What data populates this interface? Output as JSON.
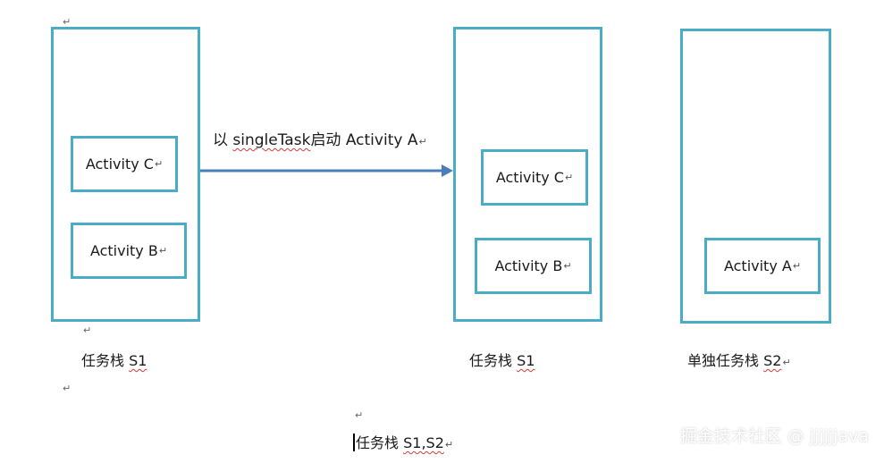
{
  "arrow_label": {
    "prefix": "以",
    "mode": "singleTask",
    "mid": "启动",
    "target": "Activity A"
  },
  "left_stack": {
    "activities": [
      "Activity C",
      "Activity B"
    ],
    "caption_name": "任务栈",
    "caption_id": "S1"
  },
  "middle_stack": {
    "activities": [
      "Activity C",
      "Activity B"
    ],
    "caption_name": "任务栈",
    "caption_id": "S1"
  },
  "right_stack": {
    "activities": [
      "Activity A"
    ],
    "caption_name": "单独任务栈",
    "caption_id": "S2"
  },
  "bottom_caption": {
    "name": "任务栈",
    "ids": "S1,S2"
  },
  "watermark": "掘金技术社区 @ jjjjjjava",
  "paragraph_mark": "↵",
  "colors": {
    "box_border": "#4bacc6",
    "arrow": "#4a7ebb",
    "spellcheck": "#d23c3c"
  }
}
